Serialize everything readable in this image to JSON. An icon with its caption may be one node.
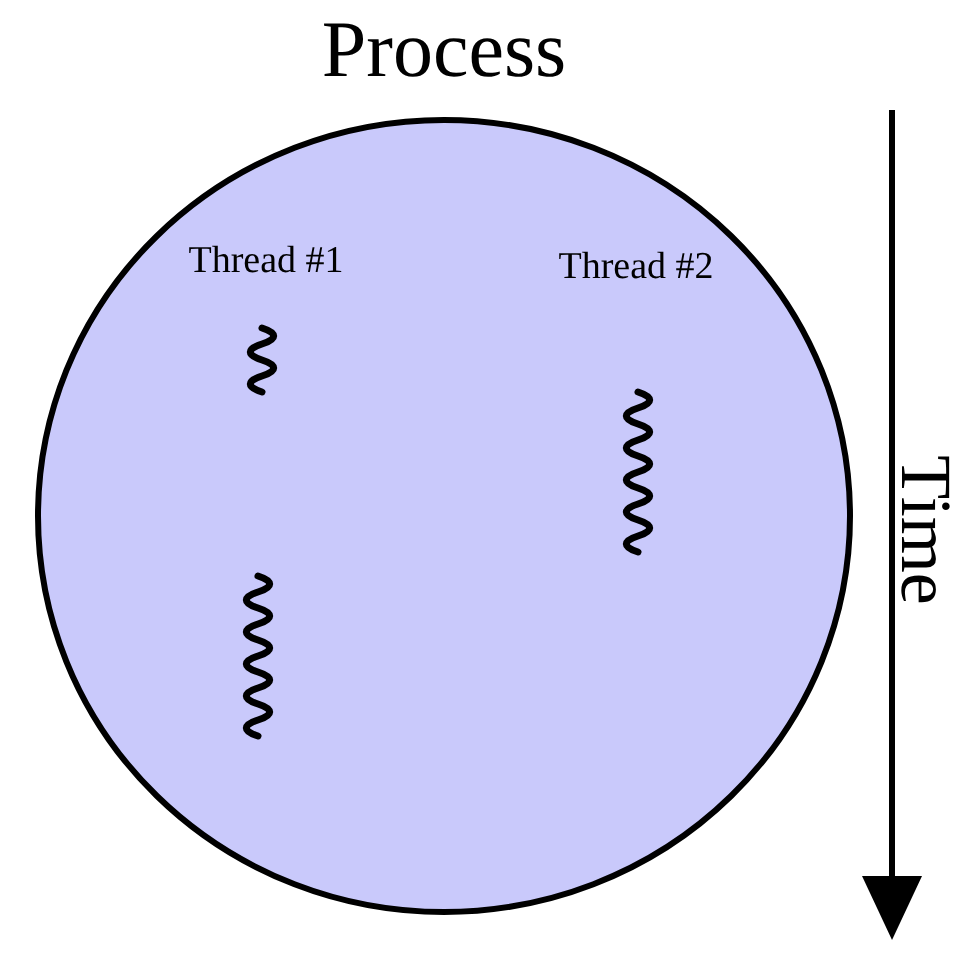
{
  "diagram": {
    "nodes": [
      {
        "text": [
          "Process"
        ]
      }
    ],
    "labels": [
      "Thread #1",
      "Thread #2",
      "Time"
    ]
  }
}
